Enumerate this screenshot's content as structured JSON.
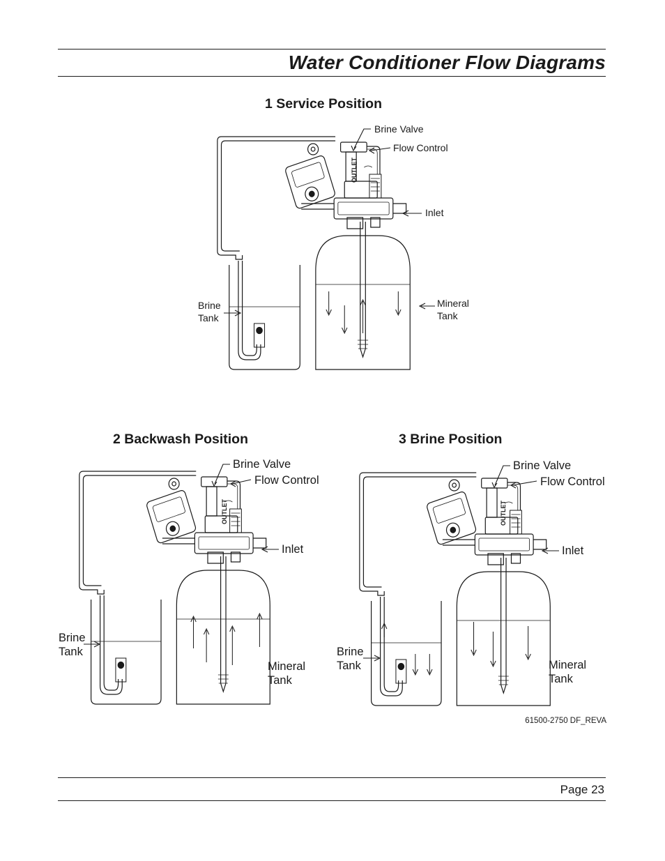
{
  "header": {
    "title": "Water Conditioner Flow Diagrams"
  },
  "diagram1": {
    "heading": "1 Service Position",
    "labels": {
      "brine_valve": "Brine Valve",
      "flow_control": "Flow Control",
      "inlet": "Inlet",
      "outlet": "OUTLET",
      "brine_tank_line1": "Brine",
      "brine_tank_line2": "Tank",
      "mineral_tank_line1": "Mineral",
      "mineral_tank_line2": "Tank"
    }
  },
  "diagram2": {
    "heading": "2 Backwash Position",
    "labels": {
      "brine_valve": "Brine Valve",
      "flow_control": "Flow Control",
      "inlet": "Inlet",
      "outlet": "OUTLET",
      "brine_tank_line1": "Brine",
      "brine_tank_line2": "Tank",
      "mineral_tank_line1": "Mineral",
      "mineral_tank_line2": "Tank"
    }
  },
  "diagram3": {
    "heading": "3 Brine Position",
    "labels": {
      "brine_valve": "Brine Valve",
      "flow_control": "Flow Control",
      "inlet": "Inlet",
      "outlet": "OUTLET",
      "brine_tank_line1": "Brine",
      "brine_tank_line2": "Tank",
      "mineral_tank_line1": "Mineral",
      "mineral_tank_line2": "Tank"
    }
  },
  "drawing_number": "61500-2750 DF_REVA",
  "footer": {
    "page_label": "Page 23"
  }
}
